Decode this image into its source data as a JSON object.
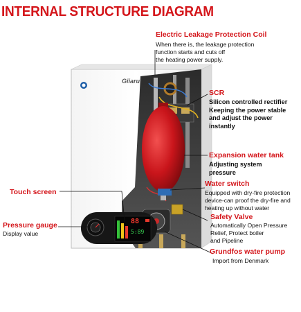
{
  "title": "INTERNAL STRUCTURE DIAGRAM",
  "colors": {
    "accent": "#d4161b",
    "tank": "#c9151b",
    "panel": "#1a1a1a"
  },
  "brand": "Giiaru",
  "labels": {
    "leakage": {
      "title": "Electric Leakage Protection Coil",
      "text": "When there is, the leakage protection\nfunction starts and cuts off\nthe heating power supply."
    },
    "scr": {
      "title": "SCR",
      "text": "Silicon controlled rectifier\nKeeping the power stable\nand adjust the power\ninstantly"
    },
    "tank": {
      "title": "Expansion water tank",
      "text": "Adjusting system\npressure"
    },
    "water_switch": {
      "title": "Water switch",
      "text": "Equipped with dry-fire protection\ndevice-can proof the dry-fire and\nheating up without water"
    },
    "safety": {
      "title": "Safety Valve",
      "text": "Automatically Open Pressure\nRelief, Protect boiler\nand Pipeline"
    },
    "pump": {
      "title": "Grundfos water pump",
      "text": "Import from Denmark"
    },
    "touch": {
      "title": "Touch screen"
    },
    "gauge": {
      "title": "Pressure gauge",
      "text": "Display value"
    }
  },
  "display_text": {
    "temp": "88",
    "code": "5:89"
  }
}
